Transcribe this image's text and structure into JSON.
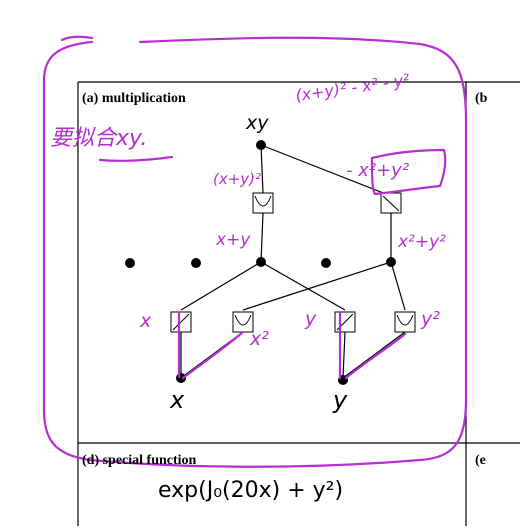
{
  "panels": {
    "a_title": "(a) multiplication",
    "b_title": "(b",
    "d_title": "(d) special function",
    "e_title": "(e"
  },
  "labels": {
    "top_output": "xy",
    "input_x": "x",
    "input_y": "y",
    "formula": "exp(J₀(20x) + y²)"
  },
  "annotations": {
    "chinese_note": "要拟合xy.",
    "top_formula": "(x+y)² - x² - y²",
    "sq_sum": "(x+y)²",
    "neg_sum": "- x²+y²",
    "sum": "x+y",
    "sum_sq": "x²+y²",
    "x_in": "x",
    "x_sq": "x²",
    "y_in": "y",
    "y_sq": "y²"
  },
  "colors": {
    "ink": "#000000",
    "annotation": "#b62fd1",
    "grid": "#000000"
  }
}
